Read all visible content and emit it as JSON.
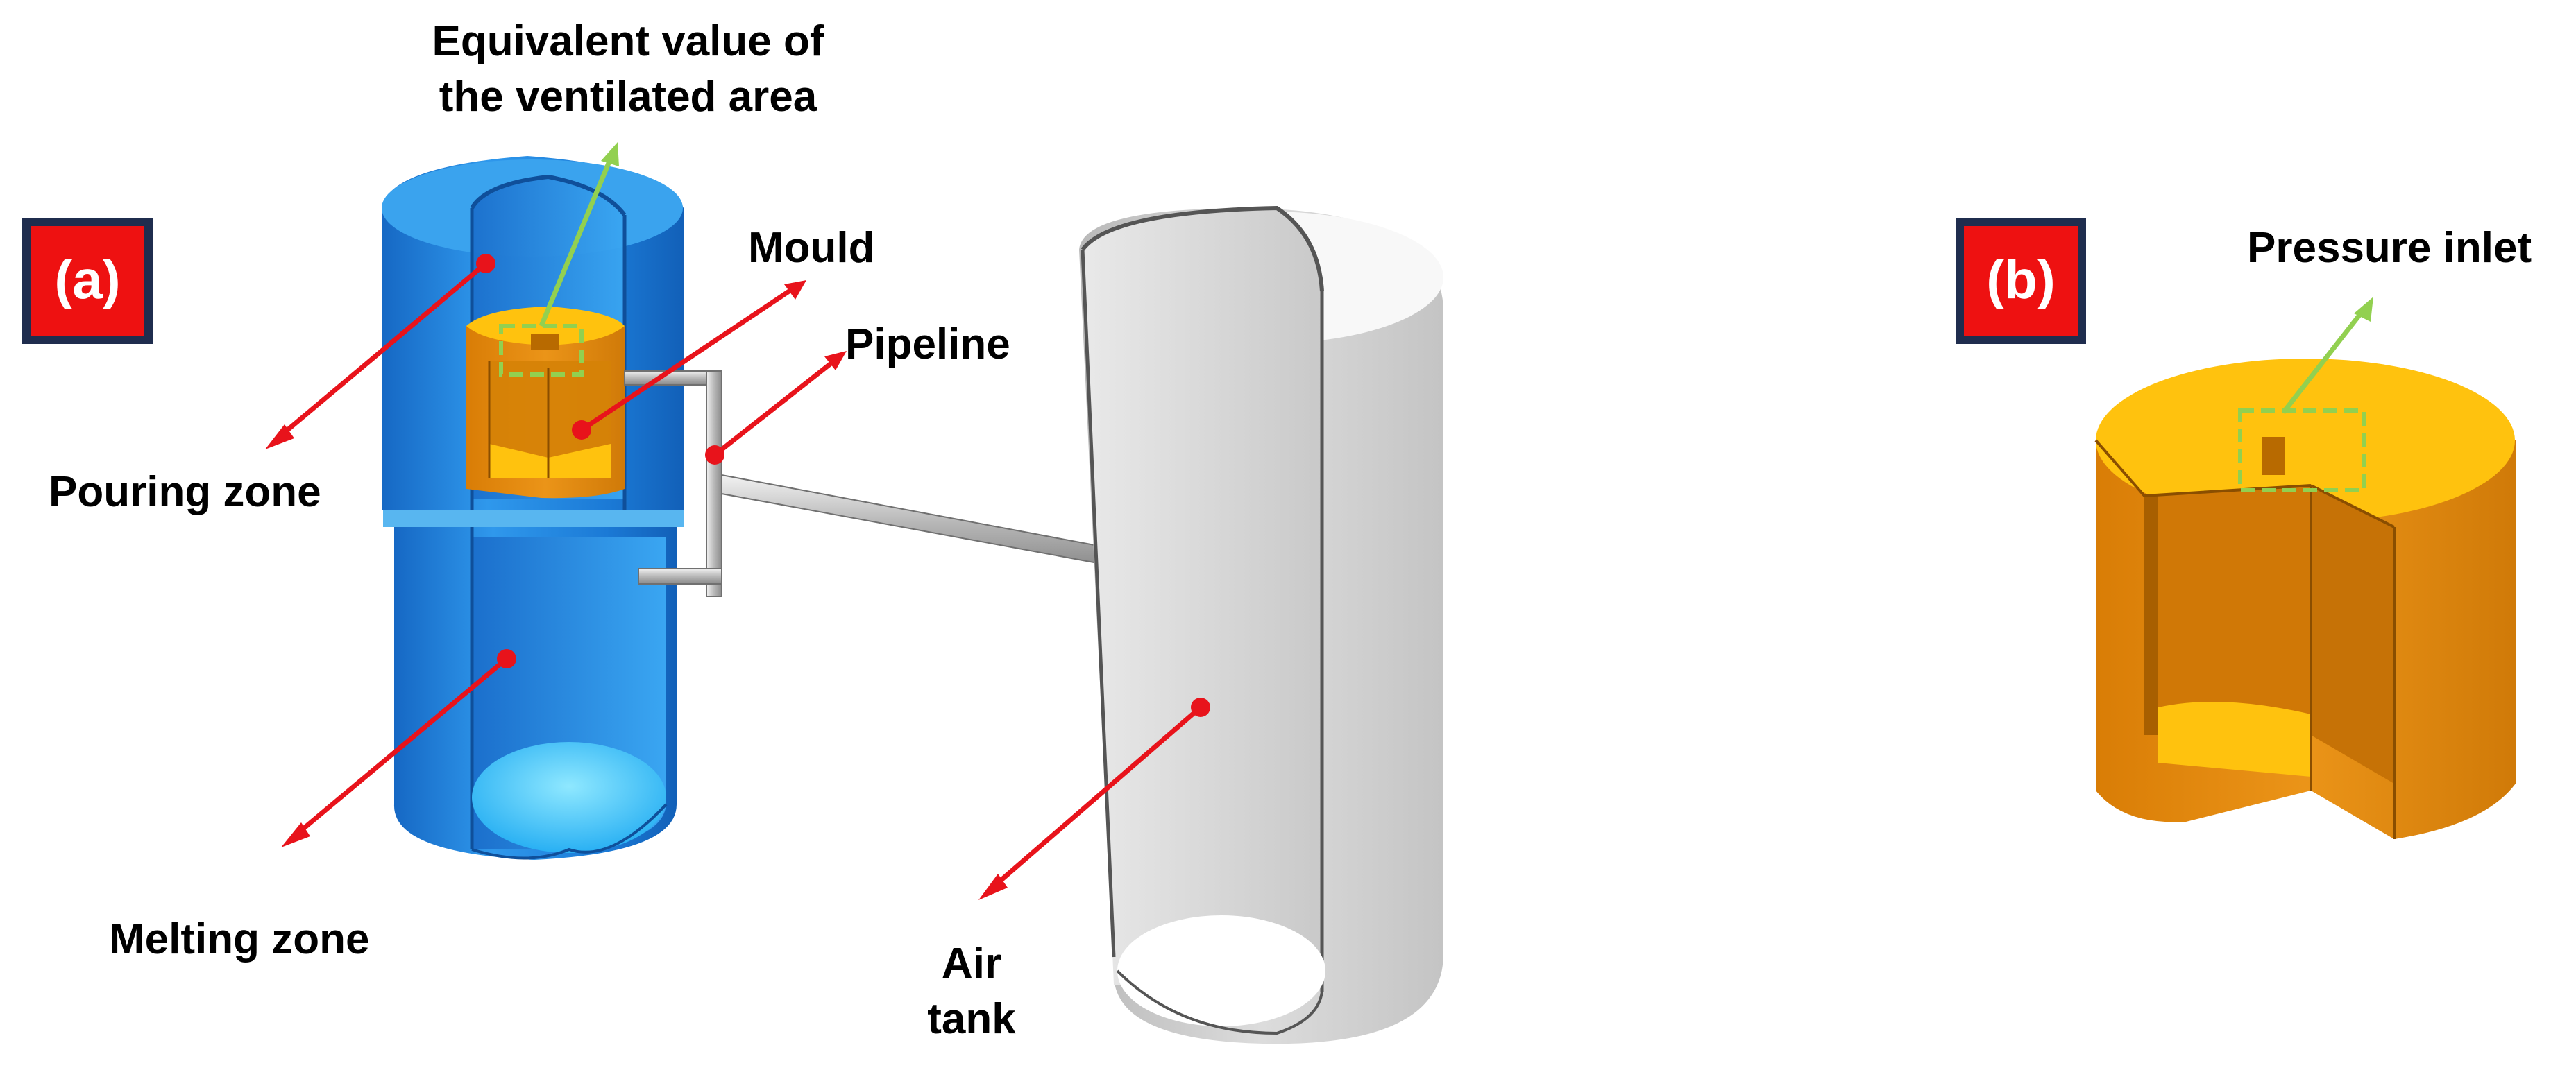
{
  "panels": {
    "a": {
      "badge": "(a)"
    },
    "b": {
      "badge": "(b)"
    }
  },
  "labels": {
    "ventilated_area_line1": "Equivalent value of",
    "ventilated_area_line2": "the ventilated area",
    "mould": "Mould",
    "pipeline": "Pipeline",
    "pouring_zone": "Pouring zone",
    "melting_zone": "Melting zone",
    "air_tank_line1": "Air",
    "air_tank_line2": "tank",
    "pressure_inlet": "Pressure inlet"
  },
  "colors": {
    "badge_fill": "#ee1111",
    "badge_border": "#1f2d4e",
    "arrow_red": "#e8131b",
    "arrow_green": "#92d050",
    "furnace_blue": "#1f86d8",
    "mould_orange": "#e08a10",
    "mould_top": "#ffc20e",
    "tank_gray": "#d0d0d0"
  }
}
